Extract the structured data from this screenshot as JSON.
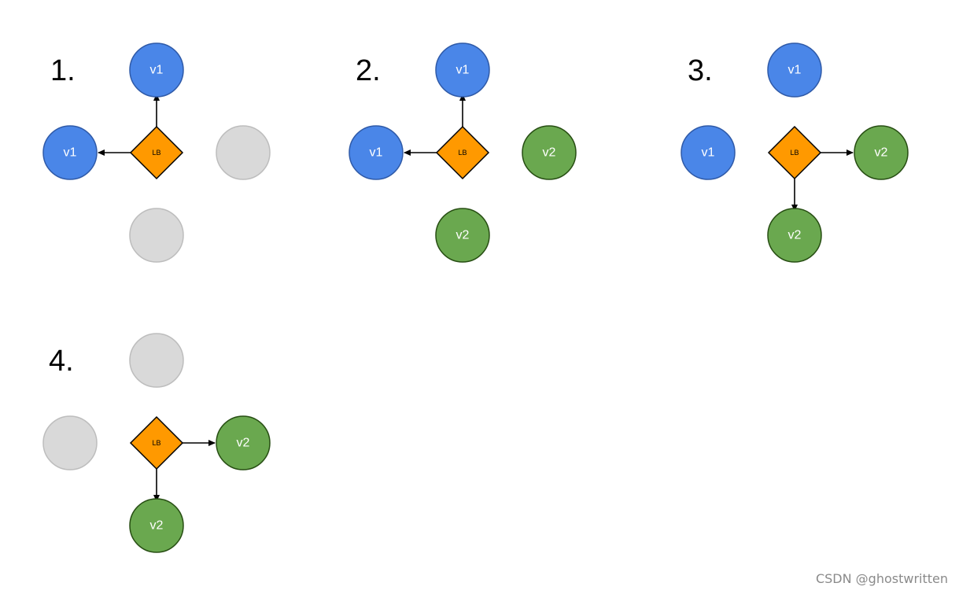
{
  "colors": {
    "v1_fill": "#4a86e8",
    "v1_stroke": "#2f5aa8",
    "v2_fill": "#6aa84f",
    "v2_stroke": "#274e13",
    "inactive_fill": "#d9d9d9",
    "inactive_stroke": "#bdbdbd",
    "lb_fill": "#ff9900",
    "lb_stroke": "#000000",
    "arrow": "#000000"
  },
  "lb_label": "LB",
  "panels": [
    {
      "label": "1.",
      "nodes": {
        "top": "v1",
        "left": "v1",
        "right": "",
        "bottom": ""
      },
      "states": {
        "top": "v1",
        "left": "v1",
        "right": "inactive",
        "bottom": "inactive"
      },
      "arrows": [
        "top",
        "left"
      ]
    },
    {
      "label": "2.",
      "nodes": {
        "top": "v1",
        "left": "v1",
        "right": "v2",
        "bottom": "v2"
      },
      "states": {
        "top": "v1",
        "left": "v1",
        "right": "v2",
        "bottom": "v2"
      },
      "arrows": [
        "top",
        "left"
      ]
    },
    {
      "label": "3.",
      "nodes": {
        "top": "v1",
        "left": "v1",
        "right": "v2",
        "bottom": "v2"
      },
      "states": {
        "top": "v1",
        "left": "v1",
        "right": "v2",
        "bottom": "v2"
      },
      "arrows": [
        "right",
        "bottom"
      ]
    },
    {
      "label": "4.",
      "nodes": {
        "top": "",
        "left": "",
        "right": "v2",
        "bottom": "v2"
      },
      "states": {
        "top": "inactive",
        "left": "inactive",
        "right": "v2",
        "bottom": "v2"
      },
      "arrows": [
        "right",
        "bottom"
      ]
    }
  ],
  "watermark": "CSDN @ghostwritten"
}
